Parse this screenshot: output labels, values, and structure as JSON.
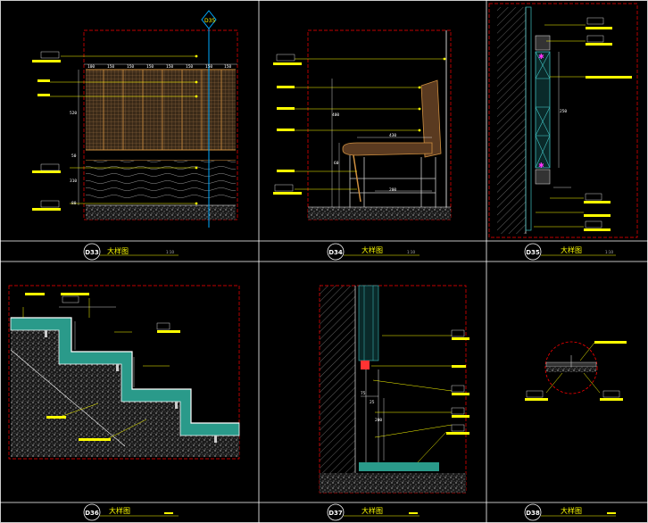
{
  "sheet": {
    "background": "#000000",
    "colors": {
      "frame": "#ffffff",
      "detail_border": "#ff0000",
      "label": "#ffff00",
      "hatch": "#888888",
      "wood": "#c89040",
      "glass": "#40c0c0",
      "cyan_line": "#00aaff",
      "tile": "#2a9a8a"
    }
  },
  "panels": [
    {
      "code": "D33",
      "title": "大样图",
      "scale": "1:10"
    },
    {
      "code": "D34",
      "title": "大样图",
      "scale": "1:10"
    },
    {
      "code": "D35",
      "title": "大样图",
      "scale": "1:10"
    },
    {
      "code": "D36",
      "title": "大样图",
      "scale": ""
    },
    {
      "code": "D37",
      "title": "大样图",
      "scale": ""
    },
    {
      "code": "D38",
      "title": "大样图",
      "scale": ""
    }
  ],
  "marker": {
    "label": "D35"
  },
  "dims": {
    "d33_top": [
      "100",
      "150",
      "150",
      "150",
      "150",
      "150",
      "150",
      "150"
    ],
    "d33_side": [
      "520",
      "50",
      "310",
      "80"
    ],
    "d34": [
      "200",
      "400",
      "430",
      "60"
    ],
    "d35": [
      "250"
    ],
    "d37": [
      "75",
      "25",
      "200"
    ]
  }
}
